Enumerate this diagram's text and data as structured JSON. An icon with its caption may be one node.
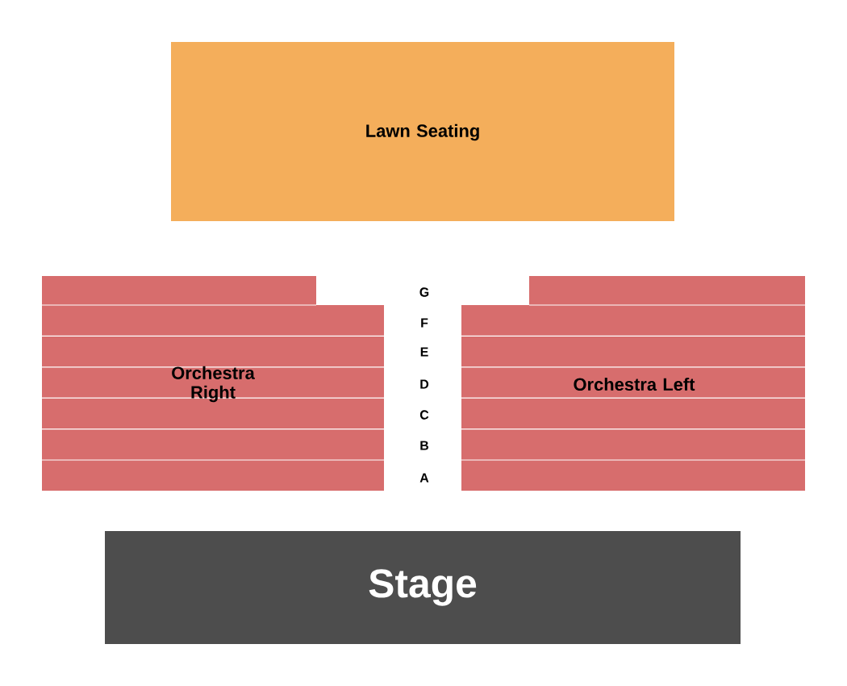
{
  "diagram": {
    "nodes": [
      {
        "text": [
          "Lawn Seating"
        ]
      },
      {
        "text": [
          "Orchestra Right"
        ]
      },
      {
        "text": [
          "Orchestra Left"
        ]
      },
      {
        "text": [
          "Stage"
        ]
      }
    ],
    "labels": [
      "G",
      "F",
      "E",
      "D",
      "C",
      "B",
      "A"
    ]
  }
}
